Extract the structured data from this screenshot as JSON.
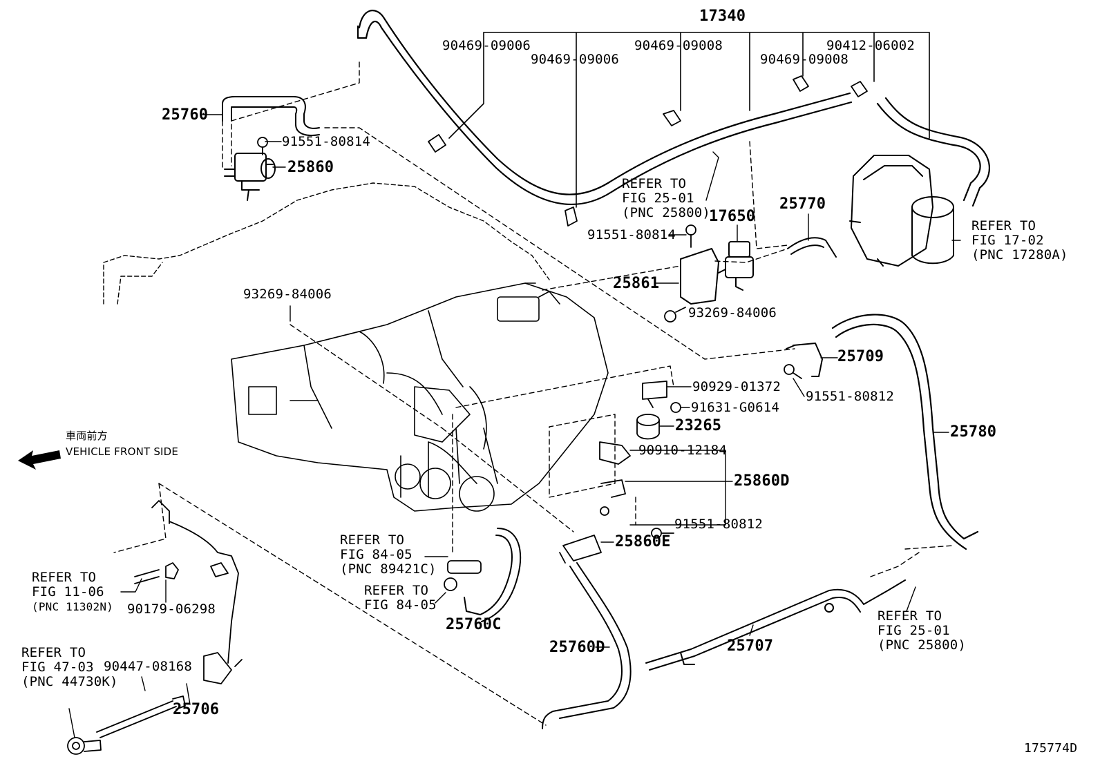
{
  "diagram_number": "175774D",
  "direction": {
    "japanese": "車両前方",
    "english": "VEHICLE FRONT SIDE"
  },
  "parts": {
    "p17340": "17340",
    "p90469_09006_a": "90469-09006",
    "p90469_09006_b": "90469-09006",
    "p90469_09008_a": "90469-09008",
    "p90469_09008_b": "90469-09008",
    "p90412_06002": "90412-06002",
    "p25760": "25760",
    "p91551_80814_a": "91551-80814",
    "p25860": "25860",
    "p25770": "25770",
    "p17650": "17650",
    "p91551_80814_b": "91551-80814",
    "p25861": "25861",
    "p93269_84006_a": "93269-84006",
    "p93269_84006_b": "93269-84006",
    "p25709": "25709",
    "p91551_80812_a": "91551-80812",
    "p90929_01372": "90929-01372",
    "p91631_g0614": "91631-G0614",
    "p23265": "23265",
    "p25780": "25780",
    "p90910_12184": "90910-12184",
    "p25860d": "25860D",
    "p91551_80812_b": "91551-80812",
    "p25860e": "25860E",
    "p25760c": "25760C",
    "p25760d": "25760D",
    "p25707": "25707",
    "p90179_06298": "90179-06298",
    "p90447_08168": "90447-08168",
    "p25706": "25706"
  },
  "references": {
    "ref_25_01_top": [
      "REFER TO",
      "FIG 25-01",
      "(PNC 25800)"
    ],
    "ref_17_02": [
      "REFER TO",
      "FIG 17-02",
      "(PNC 17280A)"
    ],
    "ref_84_05_a": [
      "REFER TO",
      "FIG 84-05",
      "(PNC 89421C)"
    ],
    "ref_84_05_b": [
      "REFER TO",
      "FIG 84-05"
    ],
    "ref_25_01_bottom": [
      "REFER TO",
      "FIG 25-01",
      "(PNC 25800)"
    ],
    "ref_11_06": [
      "REFER TO",
      "FIG 11-06",
      "(PNC 11302N)"
    ],
    "ref_47_03": [
      "REFER TO",
      "FIG 47-03",
      "(PNC 44730K)"
    ]
  }
}
